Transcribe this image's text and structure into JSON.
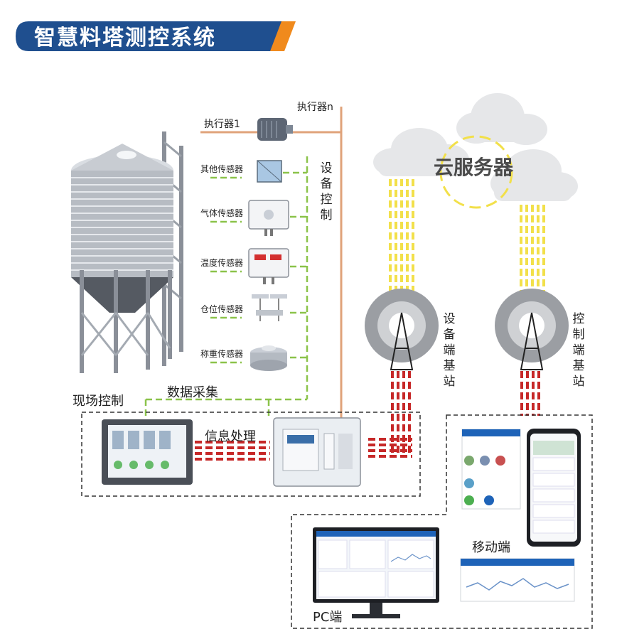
{
  "title": "智慧料塔测控系统",
  "actuators": {
    "first": "执行器1",
    "last": "执行器n"
  },
  "sensors": [
    {
      "label": "其他传感器"
    },
    {
      "label": "气体传感器"
    },
    {
      "label": "温度传感器"
    },
    {
      "label": "仓位传感器"
    },
    {
      "label": "称重传感器"
    }
  ],
  "device_control": "设备控制",
  "cloud": "云服务器",
  "stations": {
    "device": "设备端基站",
    "control": "控制端基站"
  },
  "site_control": "现场控制",
  "data_collection": "数据采集",
  "info_processing": "信息处理",
  "mobile": "移动端",
  "pc": "PC端",
  "colors": {
    "title_bar": "#1f4f8f",
    "title_accent": "#f08a1d",
    "power_line": "#e0a37a",
    "sensor_line": "#8bc34a",
    "uplink": "#f2e04a",
    "wired_link": "#c62828",
    "cloud": "#e8e8e8"
  }
}
